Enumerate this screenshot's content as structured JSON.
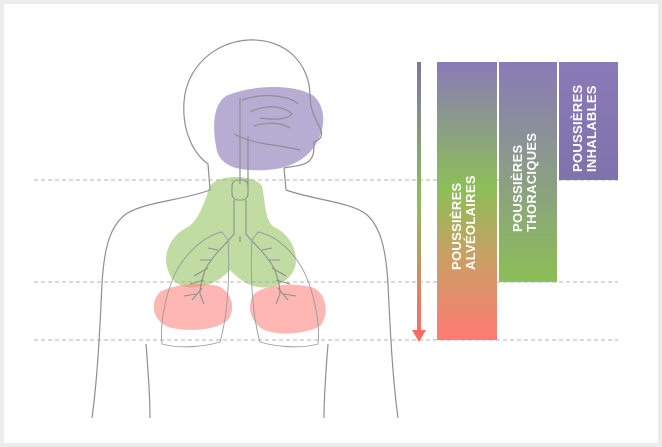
{
  "columns": [
    {
      "id": "alveolaires",
      "label": "POUSSIÈRES\nALVÉOLAIRES",
      "color_top": "#8a7ab8",
      "color_mid": "#8cbf57",
      "color_bottom": "#ff7b74"
    },
    {
      "id": "thoraciques",
      "label": "POUSSIÈRES\nTHORACIQUES",
      "color_top": "#8a7ab8",
      "color_bottom": "#8cbf57"
    },
    {
      "id": "inhalables",
      "label": "POUSSIÈRES\nINHALABLES",
      "color_top": "#8a7ab8",
      "color_bottom": "#7f73ab"
    }
  ],
  "regions": [
    {
      "id": "upper-airway",
      "color": "#8a7ab8"
    },
    {
      "id": "thoracic-airway",
      "color": "#8cbf57"
    },
    {
      "id": "alveolar-region",
      "color": "#ff7b74"
    }
  ],
  "colors": {
    "outline": "#8f8f8f",
    "dashed_line": "#b5b5b5",
    "arrow_top": "#7f73ab",
    "arrow_mid": "#8cbf57",
    "arrow_bottom": "#ff6b64"
  }
}
